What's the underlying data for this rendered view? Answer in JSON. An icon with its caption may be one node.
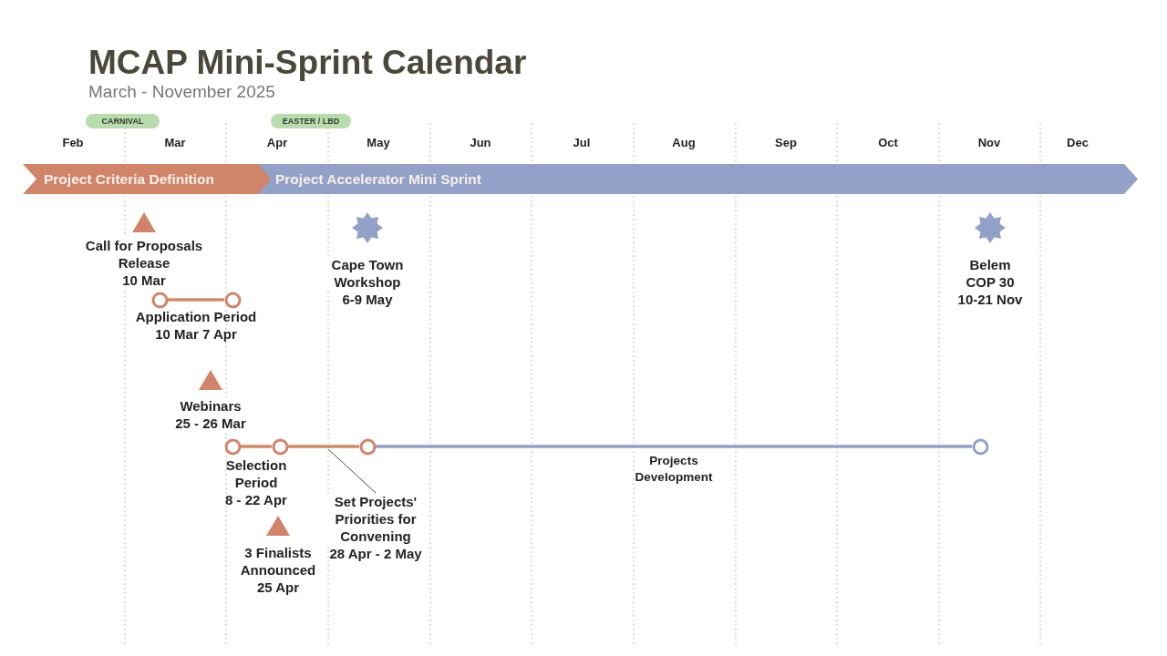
{
  "diagram": {
    "title": "MCAP Mini-Sprint Calendar",
    "nodes": [
      {
        "text": [
          "CARNIVAL"
        ]
      },
      {
        "text": [
          "EASTER / LBD"
        ]
      },
      {
        "text": [
          "Project Criteria Definition"
        ]
      },
      {
        "text": [
          "Project Accelerator Mini Sprint"
        ]
      },
      {
        "text": [
          "Call for Proposals Release",
          "10 Mar"
        ]
      },
      {
        "text": [
          "Cape Town Workshop",
          "6-9 May"
        ]
      },
      {
        "text": [
          "Belem COP 30",
          "10-21 Nov"
        ]
      },
      {
        "text": [],
        "shape": "circle"
      },
      {
        "text": [],
        "shape": "circle"
      },
      {
        "text": [
          "Webinars",
          "25 - 26 Mar"
        ]
      },
      {
        "text": [],
        "shape": "circle"
      },
      {
        "text": [],
        "shape": "circle"
      },
      {
        "text": [],
        "shape": "circle"
      },
      {
        "text": [],
        "shape": "circle"
      },
      {
        "text": [
          "3 Finalists Announced",
          "25 Apr"
        ]
      },
      {
        "text": [
          "Set Projects' Priorities for Convening",
          "28 Apr - 2 May"
        ]
      }
    ],
    "edges": [
      {
        "from": 7,
        "to": 8,
        "arrow": "none",
        "label": "Application Period 10 Mar 7 Apr"
      },
      {
        "from": 10,
        "to": 11,
        "arrow": "none",
        "label": "Selection Period 8 - 22 Apr"
      },
      {
        "from": 11,
        "to": 12,
        "arrow": "none"
      },
      {
        "from": 12,
        "to": 13,
        "arrow": "none",
        "label": "Projects Development",
        "color": "#939fc6"
      },
      {
        "from": 15,
        "to": null,
        "arrow": "none",
        "color": "#4a4a4a"
      }
    ],
    "labels": [
      "March - November 2025",
      "Feb",
      "Mar",
      "Apr",
      "May",
      "Jun",
      "Jul",
      "Aug",
      "Sep",
      "Oct",
      "Nov",
      "Dec"
    ]
  }
}
